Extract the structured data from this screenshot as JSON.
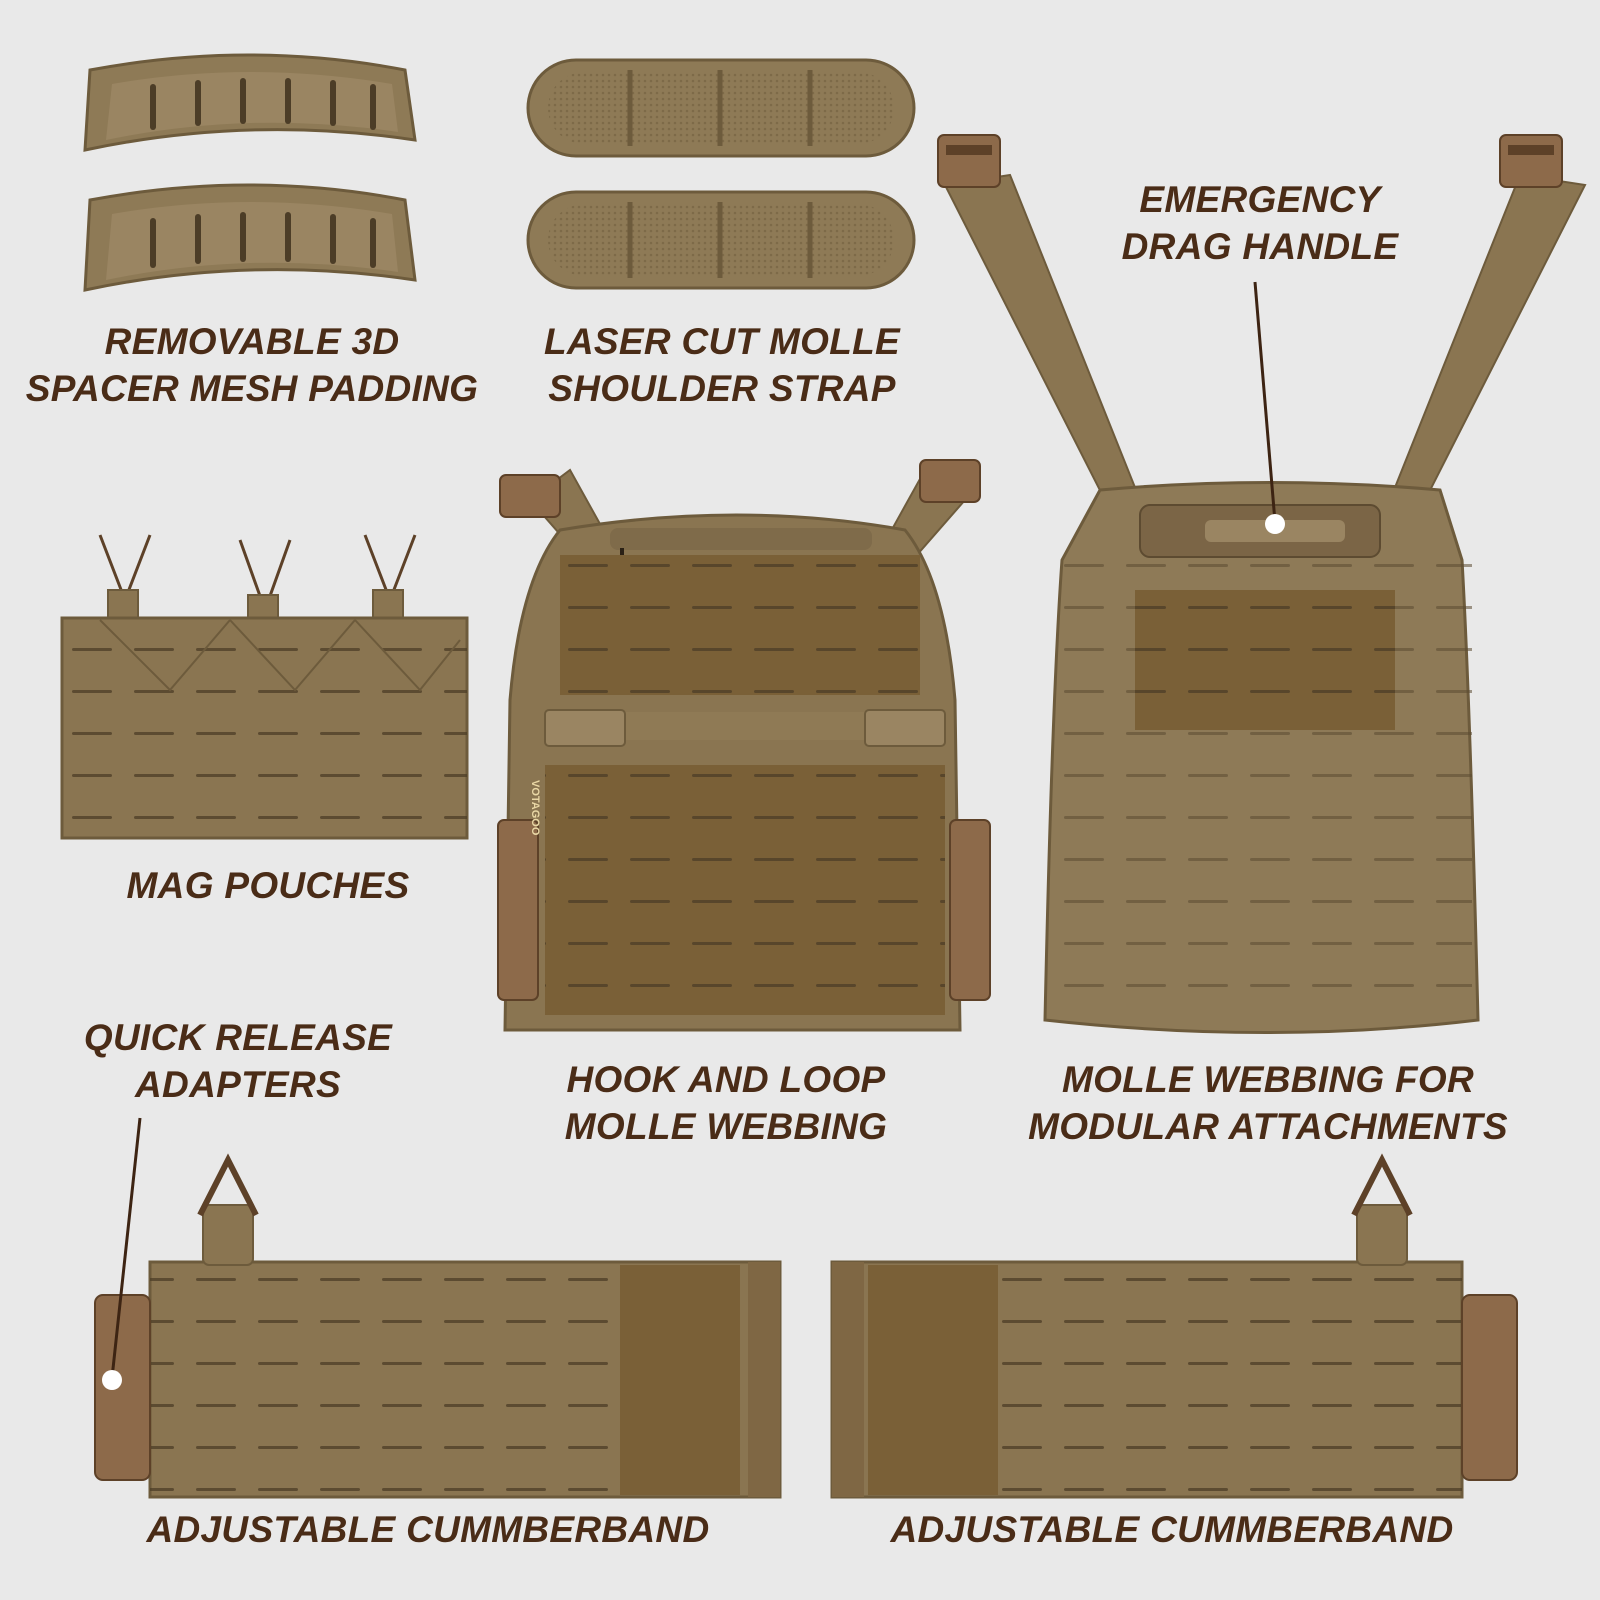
{
  "colors": {
    "background": "#e9e9e9",
    "label_text": "#4a2c17",
    "fabric": "#8a7551",
    "fabric_dark": "#6f5c3d",
    "hook_loop": "#7a6037",
    "buckle": "#8d6a4a",
    "callout_line": "#3d2413",
    "callout_dot": "#ffffff"
  },
  "labels": {
    "padding": [
      "REMOVABLE 3D",
      "SPACER MESH PADDING"
    ],
    "shoulder_strap": [
      "LASER CUT MOLLE",
      "SHOULDER STRAP"
    ],
    "drag_handle": [
      "EMERGENCY",
      "DRAG HANDLE"
    ],
    "mag_pouches": [
      "MAG POUCHES"
    ],
    "hook_loop": [
      "HOOK AND LOOP",
      "MOLLE WEBBING"
    ],
    "molle_webbing": [
      "MOLLE WEBBING FOR",
      "MODULAR ATTACHMENTS"
    ],
    "quick_release": [
      "QUICK RELEASE",
      "ADAPTERS"
    ],
    "cummerband_left": [
      "ADJUSTABLE CUMMBERBAND"
    ],
    "cummerband_right": [
      "ADJUSTABLE CUMMBERBAND"
    ]
  },
  "front_panel_brand": "VOTAGOO"
}
